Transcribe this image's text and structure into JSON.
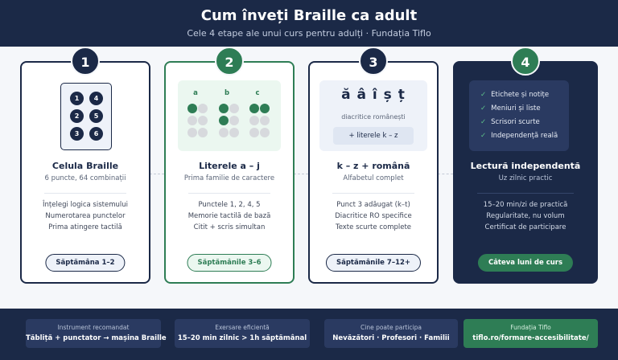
{
  "header": {
    "title": "Cum înveți Braille ca adult",
    "subtitle": "Cele 4 etape ale unui curs pentru adulți · Fundația Tiflo"
  },
  "stages": [
    {
      "number": "1",
      "title": "Celula Braille",
      "subtitle": "6 puncte, 64 combinații",
      "points": [
        "Înțelegi logica sistemului",
        "Numerotarea punctelor",
        "Prima atingere tactilă"
      ],
      "duration": "Săptămâna 1–2",
      "cell_dots": [
        "1",
        "2",
        "3",
        "4",
        "5",
        "6"
      ]
    },
    {
      "number": "2",
      "title": "Literele a – j",
      "subtitle": "Prima familie de caractere",
      "points": [
        "Punctele 1, 2, 4, 5",
        "Memorie tactilă de bază",
        "Citit + scris simultan"
      ],
      "duration": "Săptămânile 3–6",
      "letters": [
        {
          "label": "a",
          "dots": [
            1
          ]
        },
        {
          "label": "b",
          "dots": [
            1,
            2
          ]
        },
        {
          "label": "c",
          "dots": [
            1,
            4
          ]
        }
      ]
    },
    {
      "number": "3",
      "title": "k – z + română",
      "subtitle": "Alfabetul complet",
      "points": [
        "Punct 3 adăugat (k–t)",
        "Diacritice RO specifice",
        "Texte scurte complete"
      ],
      "duration": "Săptămânile 7–12+",
      "diacritics": "ă â î ș ț",
      "diacritics_caption": "diacritice românești",
      "chip": "+ literele k – z"
    },
    {
      "number": "4",
      "title": "Lectură independentă",
      "subtitle": "Uz zilnic practic",
      "points": [
        "15–20 min/zi de practică",
        "Regularitate, nu volum",
        "Certificat de participare"
      ],
      "duration": "Câteva luni de curs",
      "checklist": [
        "Etichete și notițe",
        "Meniuri și liste",
        "Scrisori scurte",
        "Independență reală"
      ]
    }
  ],
  "footer": [
    {
      "label": "Instrument recomandat",
      "value": "Tăbliță + punctator → mașina Braille"
    },
    {
      "label": "Exersare eficientă",
      "value": "15–20 min zilnic > 1h săptămânal"
    },
    {
      "label": "Cine poate participa",
      "value": "Nevăzători · Profesori · Familii"
    },
    {
      "label": "Fundația Tiflo",
      "value": "tiflo.ro/formare-accesibilitate/"
    }
  ],
  "colors": {
    "navy": "#1b2947",
    "green": "#2e7d55",
    "background": "#f5f7fa"
  },
  "icons": {
    "check": "check-icon"
  }
}
